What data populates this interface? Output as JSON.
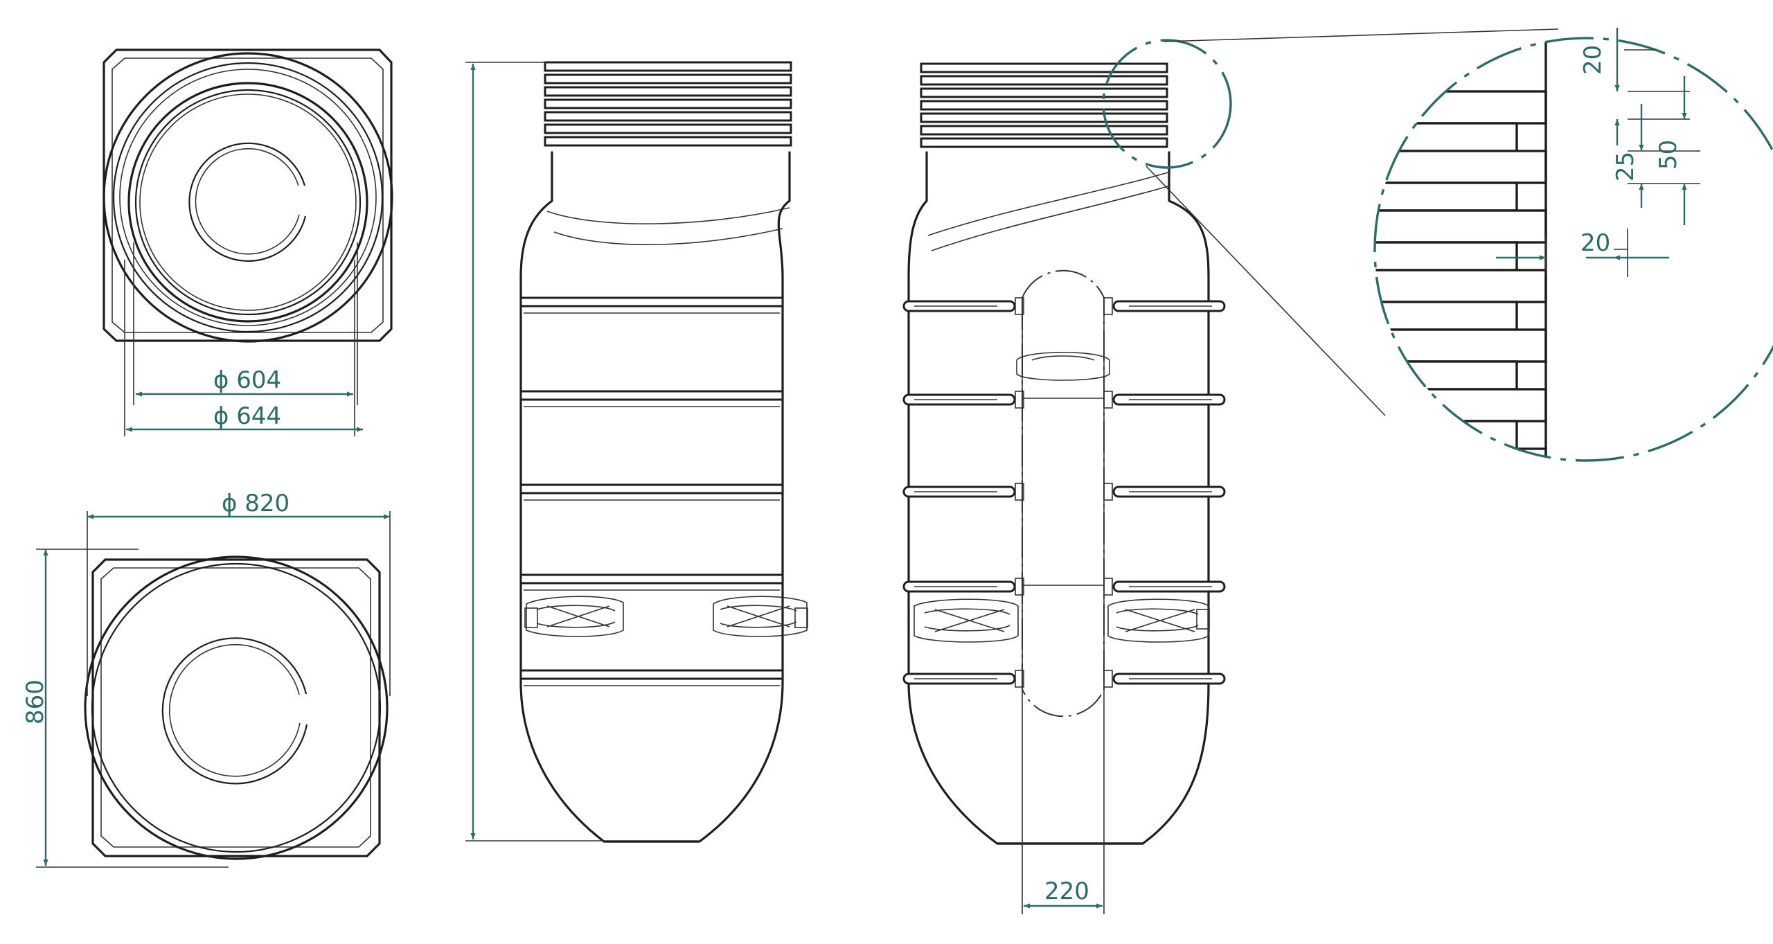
{
  "colors": {
    "outline": "#1e1e1e",
    "dimension": "#2e6b68",
    "background": "#ffffff"
  },
  "dimensions": {
    "inner_diameter": "ϕ 604",
    "outer_diameter": "ϕ 644",
    "body_diameter": "ϕ 820",
    "base_width": "860",
    "channel_width": "220",
    "detail_top": "20",
    "detail_pitch": "25",
    "detail_rib_height": "50",
    "detail_rib_depth": "20"
  }
}
